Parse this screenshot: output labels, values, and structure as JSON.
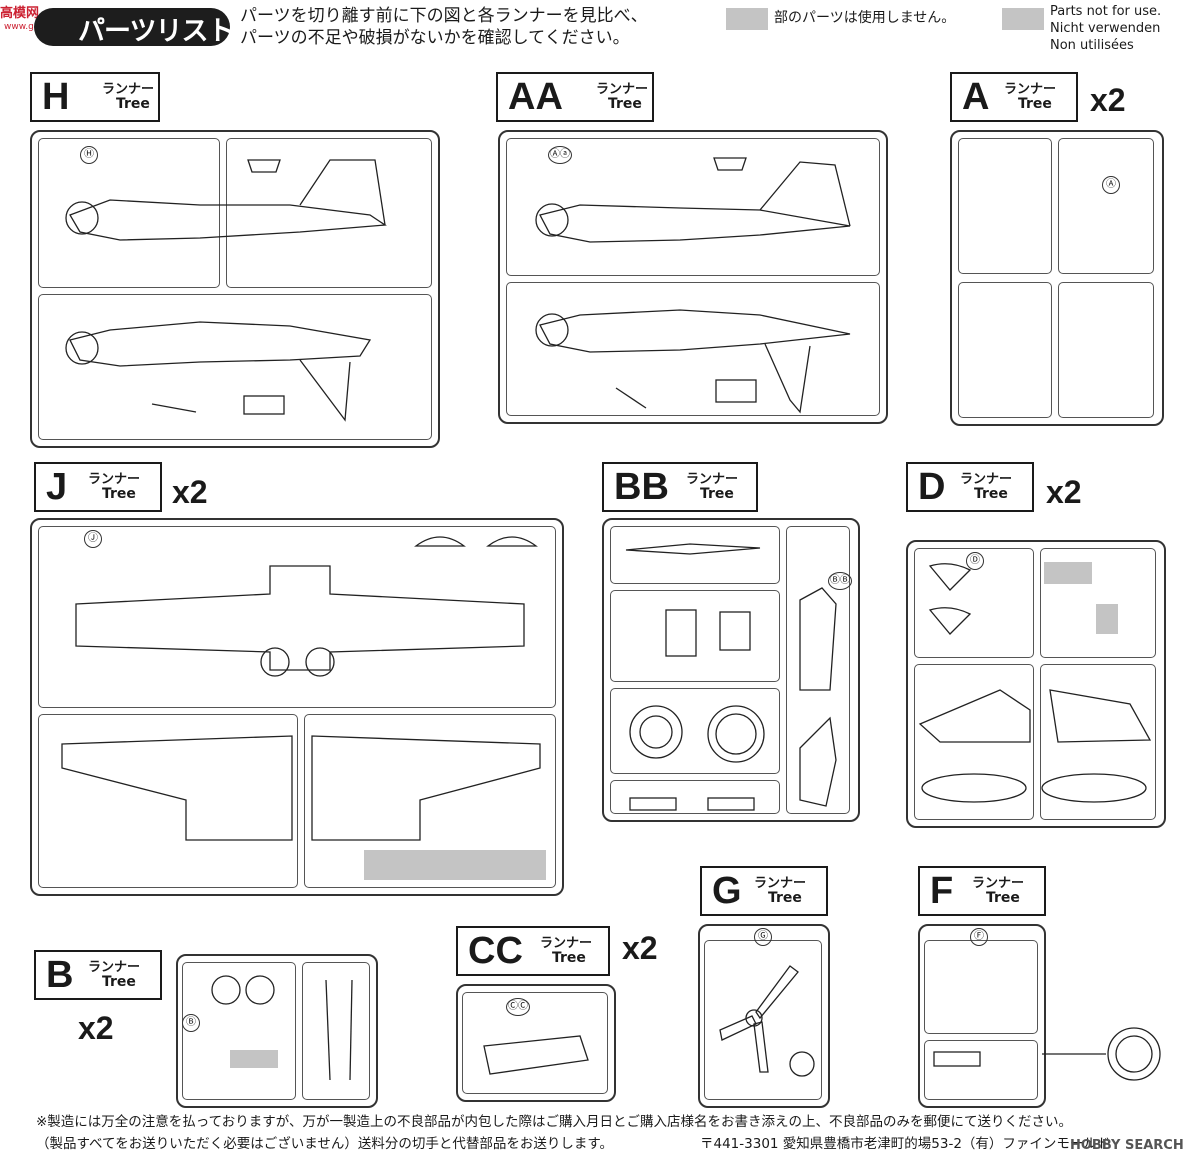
{
  "header": {
    "title": "パーツリスト",
    "watermark": "高模网",
    "watermark_sub": "www.gaomo.net",
    "intro_line1": "パーツを切り離す前に下の図と各ランナーを見比べ、",
    "intro_line2": "パーツの不足や破損がないかを確認してください。",
    "legend_ja": "部のパーツは使用しません。",
    "legend_en": [
      "Parts not for use.",
      "Nicht verwenden",
      "Non utilisées"
    ]
  },
  "runners": [
    {
      "letter": "H",
      "ja": "ランナー",
      "en": "Tree",
      "mult": ""
    },
    {
      "letter": "AA",
      "ja": "ランナー",
      "en": "Tree",
      "mult": ""
    },
    {
      "letter": "A",
      "ja": "ランナー",
      "en": "Tree",
      "mult": "x2"
    },
    {
      "letter": "J",
      "ja": "ランナー",
      "en": "Tree",
      "mult": "x2"
    },
    {
      "letter": "BB",
      "ja": "ランナー",
      "en": "Tree",
      "mult": ""
    },
    {
      "letter": "D",
      "ja": "ランナー",
      "en": "Tree",
      "mult": "x2"
    },
    {
      "letter": "G",
      "ja": "ランナー",
      "en": "Tree",
      "mult": ""
    },
    {
      "letter": "F",
      "ja": "ランナー",
      "en": "Tree",
      "mult": ""
    },
    {
      "letter": "CC",
      "ja": "ランナー",
      "en": "Tree",
      "mult": "x2"
    },
    {
      "letter": "B",
      "ja": "ランナー",
      "en": "Tree",
      "mult": "x2"
    }
  ],
  "sprue_marks": {
    "H": "Ⓗ",
    "AA": "Ⓐⓐ",
    "A": "Ⓐ",
    "J": "Ⓙ",
    "BB": "ⒷⒷ",
    "D": "Ⓓ",
    "G": "Ⓖ",
    "F": "Ⓕ",
    "CC": "ⒸⒸ",
    "B": "Ⓑ"
  },
  "footer": {
    "line1": "※製造には万全の注意を払っておりますが、万が一製造上の不良部品が内包した際はご購入月日とご購入店様名をお書き添えの上、不良部品のみを郵便にて送りください。",
    "line2": "（製品すべてをお送りいただく必要はございません）送料分の切手と代替部品をお送りします。",
    "address": "〒441-3301 愛知県豊橋市老津町的場53-2（有）ファインモールド",
    "brand": "HOBBY SEARCH"
  }
}
